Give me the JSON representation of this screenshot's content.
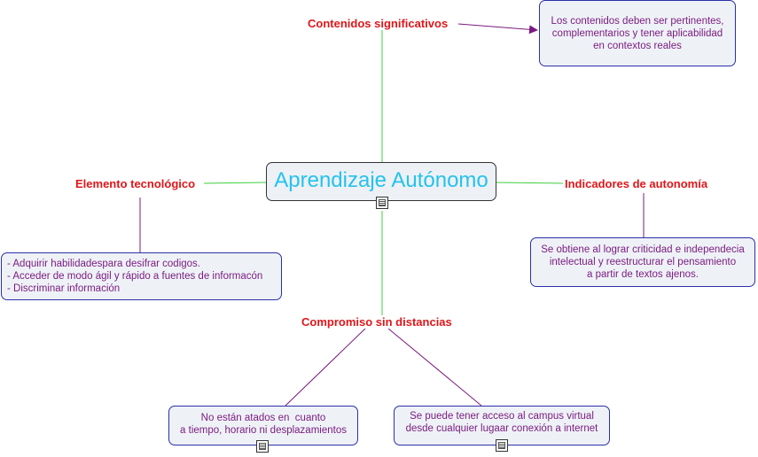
{
  "central_topic": "Aprendizaje Autónomo",
  "branches": {
    "contenidos": {
      "label": "Contenidos significativos",
      "note": [
        "Los contenidos deben ser pertinentes,",
        "complementarios y tener aplicabilidad",
        "en contextos reales"
      ]
    },
    "tecnologico": {
      "label": "Elemento tecnológico",
      "note": [
        "- Adquirir habilidadespara desifrar codigos.",
        "- Acceder de modo ágil y rápido a fuentes de informacón",
        "- Discriminar información"
      ]
    },
    "indicadores": {
      "label": "Indicadores de autonomía",
      "note": [
        "Se obtiene al lograr criticidad e independecia",
        "intelectual y reestructurar el pensamiento",
        "a partir de textos ajenos."
      ]
    },
    "compromiso": {
      "label": "Compromiso sin distancias",
      "note_left": [
        "No están atados en  cuanto",
        "a tiempo, horario ni desplazamientos"
      ],
      "note_right": [
        "Se puede tener acceso al campus virtual",
        "desde cualquier lugaar conexión a internet"
      ]
    }
  },
  "icons": {
    "note_attachment": "note-icon"
  },
  "colors": {
    "label_red": "#e0161a",
    "note_text": "#7a1a7e",
    "central_text": "#25c2ee",
    "green_link": "#3ccf3c",
    "purple_link": "#7a1a7e",
    "box_border": "#2b2fa8",
    "box_fill": "#eef2f7"
  }
}
